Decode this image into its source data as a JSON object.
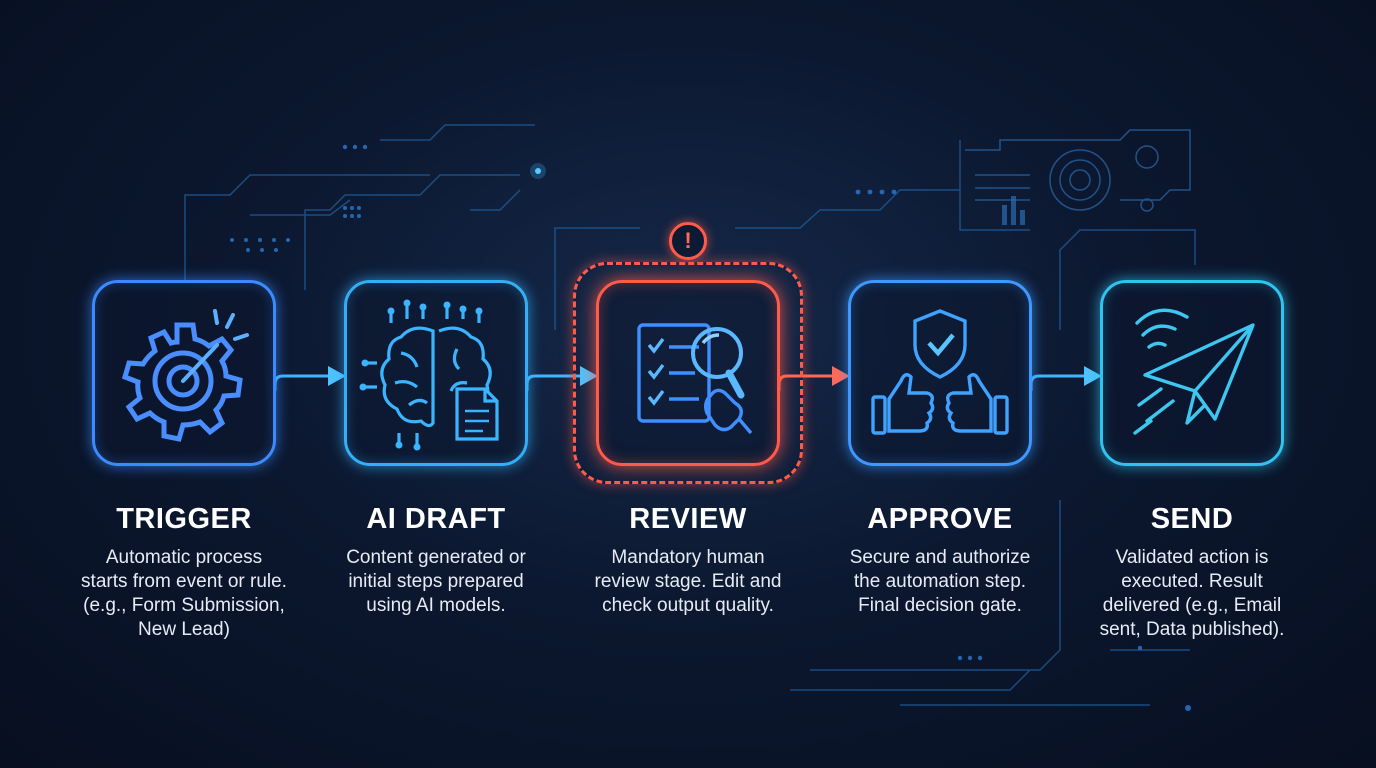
{
  "stages": [
    {
      "title": "TRIGGER",
      "icon": "gear-target-icon",
      "accent": "#3b8bff",
      "lines": [
        "Automatic process",
        "starts from event or rule.",
        "(e.g., Form Submission,",
        "New Lead)"
      ]
    },
    {
      "title": "AI DRAFT",
      "icon": "brain-document-icon",
      "accent": "#35aef7",
      "lines": [
        "Content generated or",
        "initial steps prepared",
        "using AI models."
      ]
    },
    {
      "title": "REVIEW",
      "icon": "checklist-magnifier-icon",
      "accent": "#ff5a4a",
      "alert_icon": "alert-icon",
      "lines": [
        "Mandatory human",
        "review stage. Edit and",
        "check output quality."
      ]
    },
    {
      "title": "APPROVE",
      "icon": "shield-thumbs-up-icon",
      "accent": "#3d98ff",
      "lines": [
        "Secure and authorize",
        "the automation step.",
        "Final decision gate."
      ]
    },
    {
      "title": "SEND",
      "icon": "paper-plane-icon",
      "accent": "#31c3f0",
      "lines": [
        "Validated action is",
        "executed. Result",
        "delivered (e.g., Email",
        "sent, Data published)."
      ]
    }
  ],
  "alert_symbol": "!",
  "colors": {
    "background": "#0c1830",
    "connector": "#3fb6ff",
    "review_accent": "#ff5a4a",
    "text": "#e6ecf5"
  }
}
